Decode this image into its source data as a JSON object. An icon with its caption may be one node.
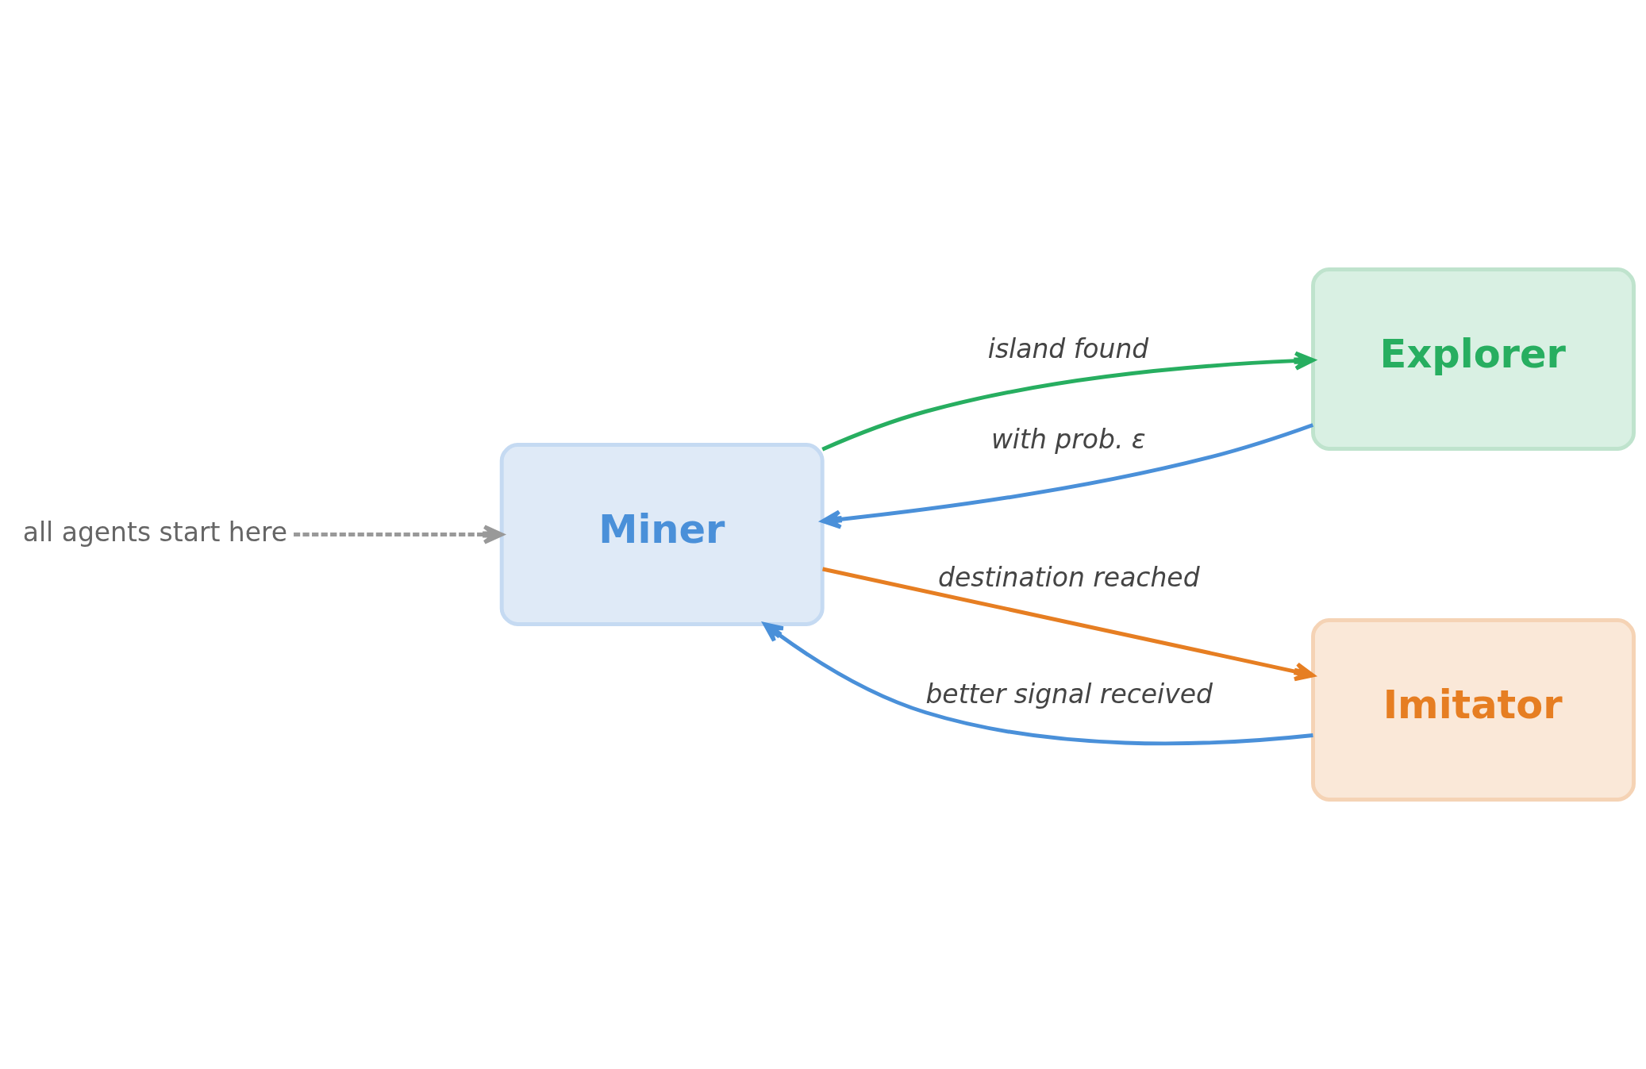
{
  "diagram": {
    "nodes": [
      {
        "text": [
          "Miner"
        ]
      },
      {
        "text": [
          "Explorer"
        ]
      },
      {
        "text": [
          "Imitator"
        ]
      },
      {
        "text": [
          "all agents start here"
        ]
      }
    ],
    "edges": [
      {
        "from": 3,
        "to": 0,
        "arrow": "to",
        "style": "dashed",
        "color": "#999999"
      },
      {
        "from": 0,
        "to": 1,
        "arrow": "to",
        "label": "island found",
        "color": "#27ae60"
      },
      {
        "from": 1,
        "to": 0,
        "arrow": "to",
        "label": "with prob. ε",
        "color": "#4a90d9"
      },
      {
        "from": 0,
        "to": 2,
        "arrow": "to",
        "label": "destination reached",
        "color": "#e67e22"
      },
      {
        "from": 2,
        "to": 0,
        "arrow": "to",
        "label": "better signal received",
        "color": "#4a90d9"
      }
    ]
  }
}
